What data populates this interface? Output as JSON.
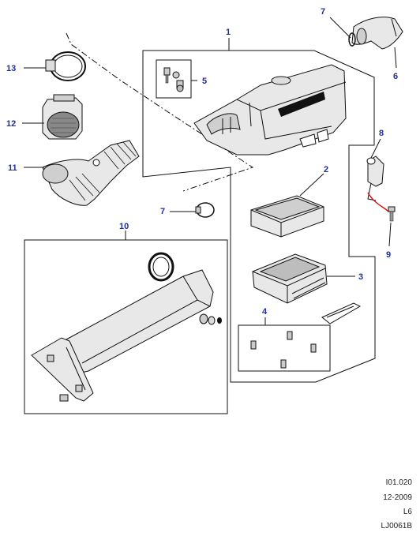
{
  "callouts": {
    "c1": "1",
    "c2": "2",
    "c3": "3",
    "c4": "4",
    "c5": "5",
    "c6": "6",
    "c7a": "7",
    "c7b": "7",
    "c8": "8",
    "c9": "9",
    "c10": "10",
    "c11": "11",
    "c12": "12",
    "c13": "13"
  },
  "reference": {
    "code": "I01.020",
    "date": "12-2009",
    "model": "L6",
    "drawing_id": "LJ0061B"
  },
  "colors": {
    "callout": "#1f2fa0",
    "line": "#111111",
    "part_fill": "#e8e8e8",
    "part_shade": "#bdbdbd",
    "wire_red": "#d01818"
  }
}
